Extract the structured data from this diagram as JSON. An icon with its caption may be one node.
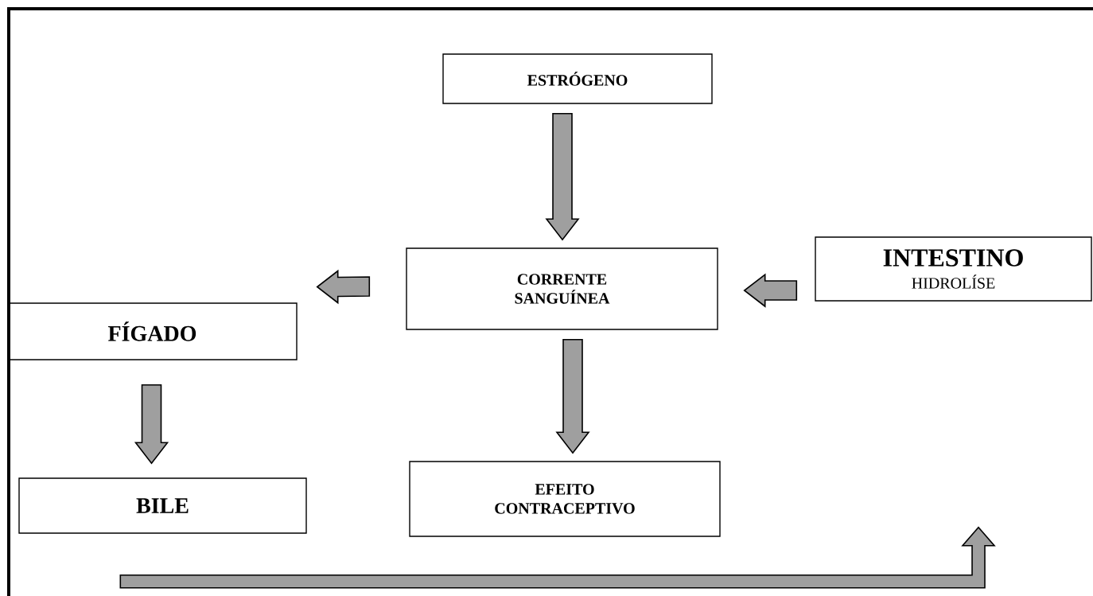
{
  "diagram": {
    "nodes": [
      {
        "text": [
          "ESTRÓGENO"
        ]
      },
      {
        "text": [
          "CORRENTE SANGUÍNEA"
        ]
      },
      {
        "text": [
          "INTESTINO",
          "HIDROLÍSE"
        ]
      },
      {
        "text": [
          "FÍGADO"
        ]
      },
      {
        "text": [
          "BILE"
        ]
      },
      {
        "text": [
          "EFEITO CONTRACEPTIVO"
        ]
      }
    ],
    "edges": [
      {
        "from": 0,
        "to": 1,
        "arrow": "to"
      },
      {
        "from": 1,
        "to": 3,
        "arrow": "to"
      },
      {
        "from": 2,
        "to": 1,
        "arrow": "to"
      },
      {
        "from": 3,
        "to": 4,
        "arrow": "to"
      },
      {
        "from": 1,
        "to": 5,
        "arrow": "to"
      },
      {
        "from": 4,
        "to": 2,
        "arrow": "to"
      }
    ]
  }
}
